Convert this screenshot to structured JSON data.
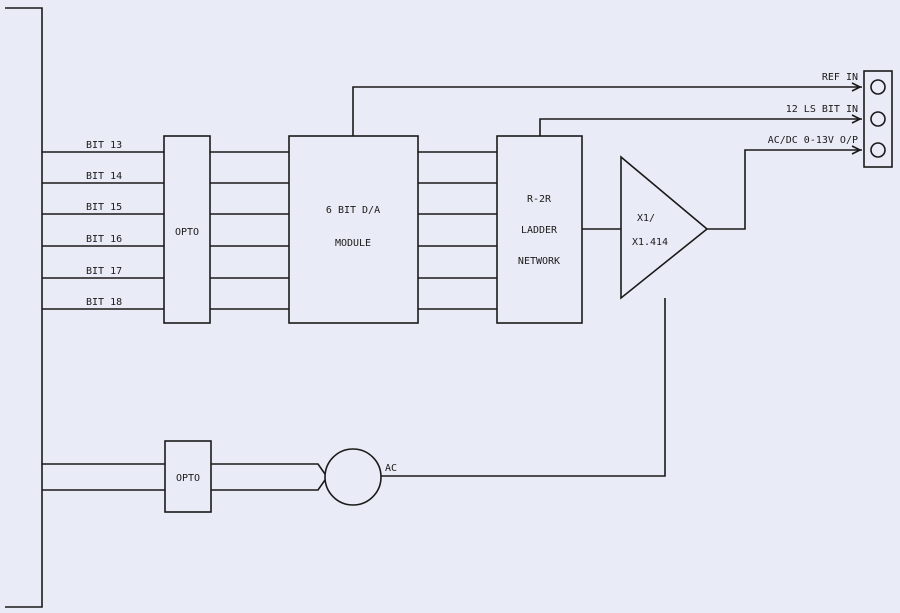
{
  "bits": [
    "BIT 13",
    "BIT 14",
    "BIT 15",
    "BIT 16",
    "BIT 17",
    "BIT 18"
  ],
  "blocks": {
    "opto_top": "OPTO",
    "opto_bottom": "OPTO",
    "da_module": [
      "6 BIT D/A",
      "MODULE"
    ],
    "ladder": [
      "R-2R",
      "LADDER",
      "NETWORK"
    ],
    "amp": [
      "X1/",
      "X1.414"
    ],
    "ac_source": "AC"
  },
  "connector": {
    "pins": [
      "REF IN",
      "12 LS BIT IN",
      "AC/DC 0-13V O/P"
    ]
  },
  "colors": {
    "background": "#e9ecf6",
    "ink": "#1a1a1a"
  }
}
